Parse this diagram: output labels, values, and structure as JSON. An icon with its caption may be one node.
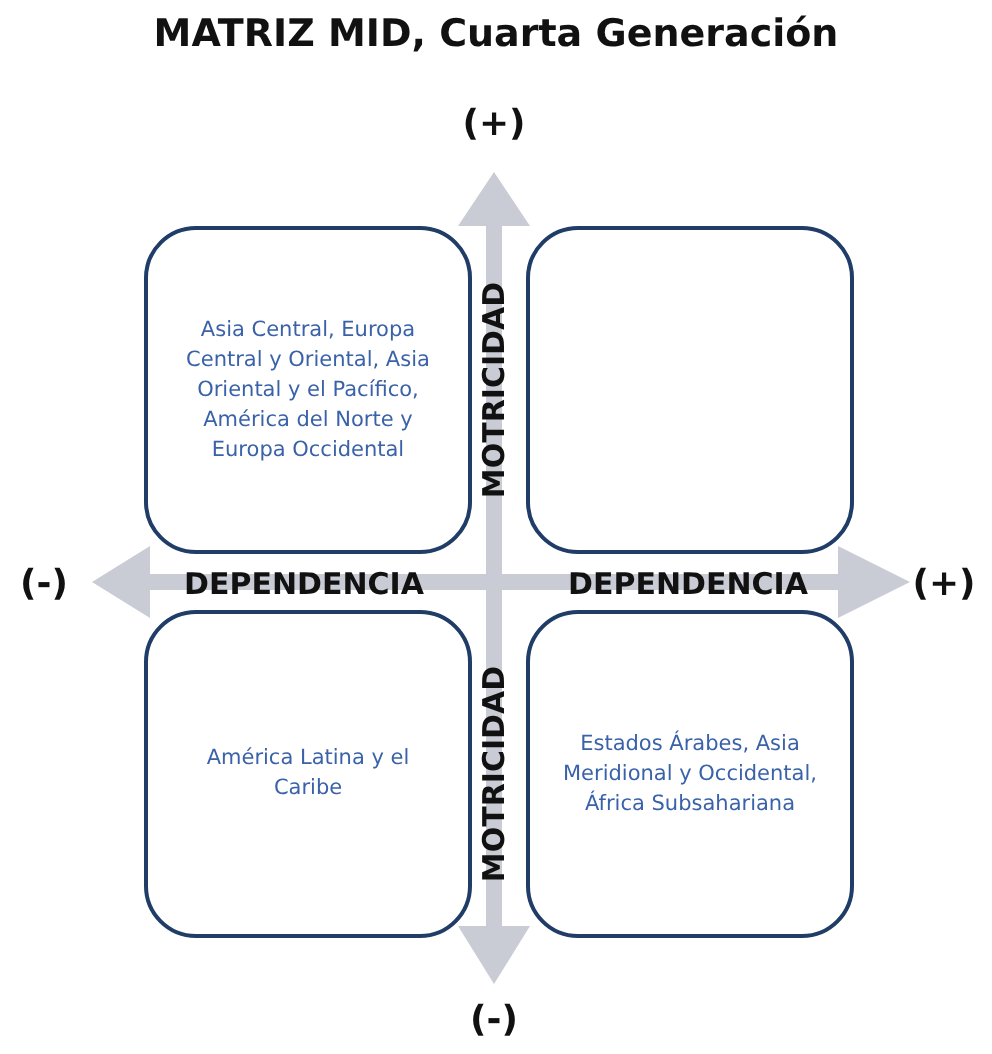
{
  "diagram": {
    "title": "MATRIZ MID, Cuarta Generación",
    "nodes": [
      {
        "text": [
          "Asia Central, Europa Central y Oriental, Asia  Oriental y el Pacífico, América del Norte y Europa Occidental"
        ]
      },
      {
        "text": [],
        "shape": "box"
      },
      {
        "text": [
          "América Latina y el Caribe"
        ]
      },
      {
        "text": [
          "Estados Árabes, Asia Meridional y Occidental, África Subsahariana"
        ]
      }
    ],
    "labels": [
      "(+)",
      "MOTRICIDAD",
      "(-)",
      "DEPENDENCIA",
      "DEPENDENCIA",
      "(+)",
      "MOTRICIDAD",
      "(-)"
    ]
  }
}
